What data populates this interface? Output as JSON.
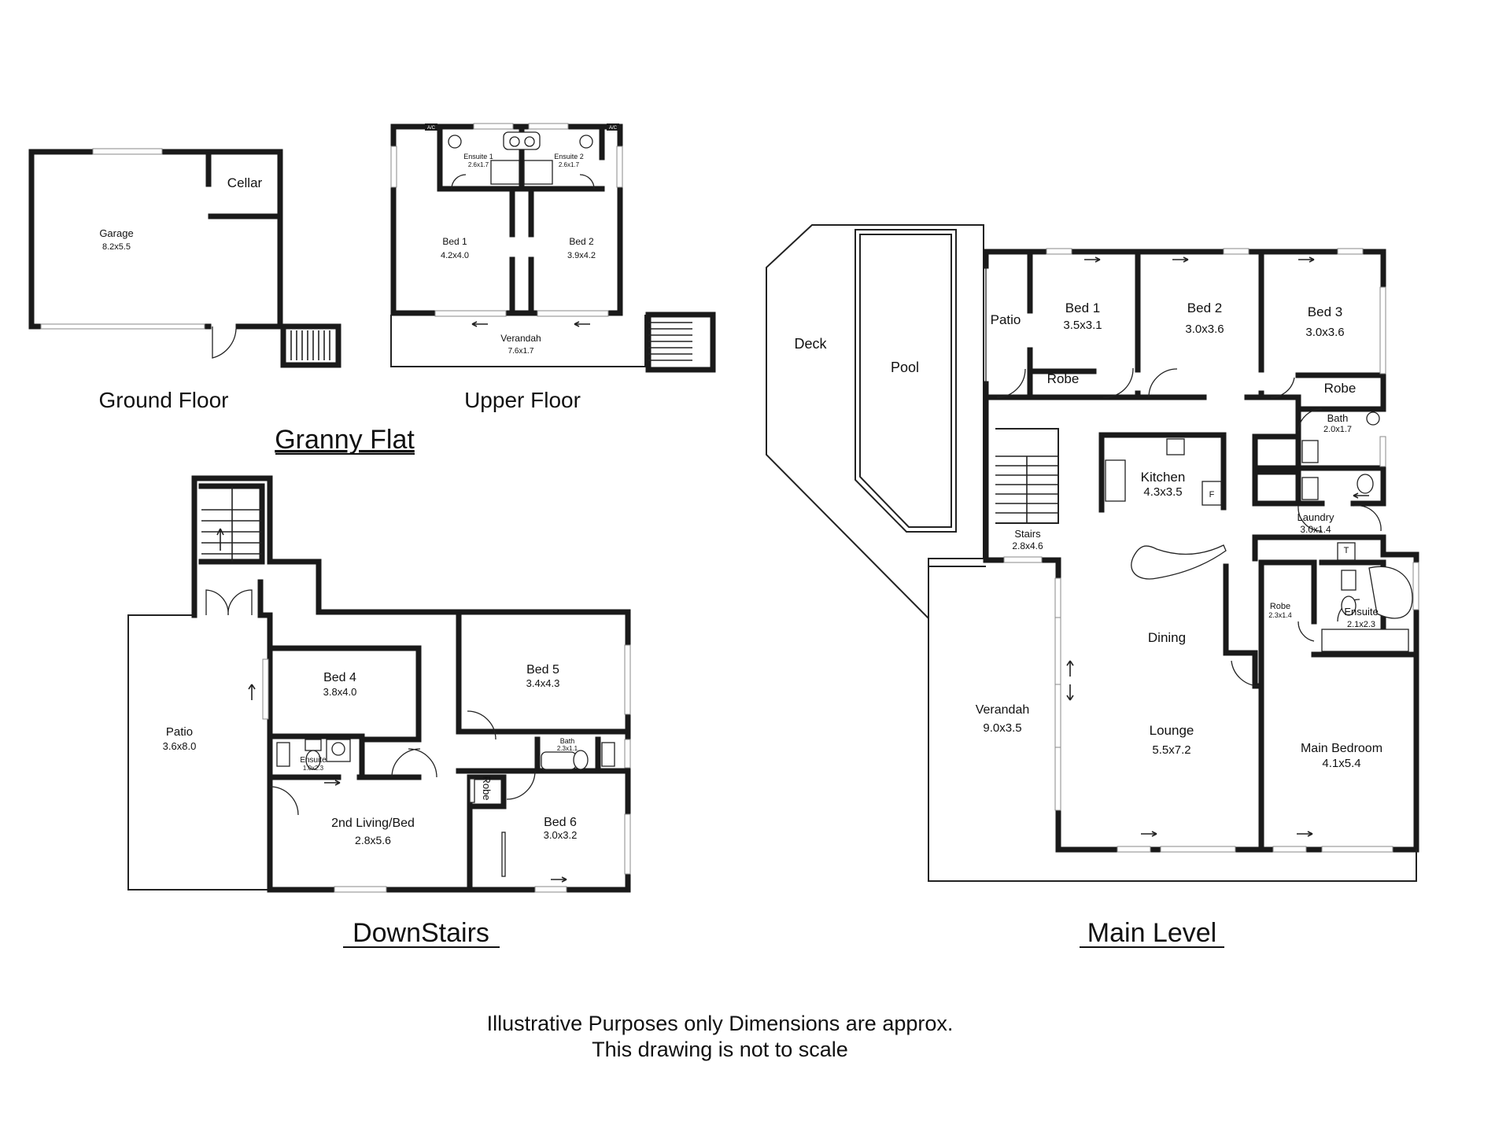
{
  "titles": {
    "granny_ground": "Ground Floor",
    "granny_upper": "Upper Floor",
    "granny_flat": "Granny Flat",
    "downstairs": "DownStairs",
    "main_level": "Main Level"
  },
  "footer": {
    "line1": "Illustrative Purposes only Dimensions are approx.",
    "line2": "This drawing is not to scale"
  },
  "granny_ground": {
    "garage": "Garage",
    "garage_dim": "8.2x5.5",
    "cellar": "Cellar"
  },
  "granny_upper": {
    "ensuite1": "Ensuite 1",
    "ensuite1_dim": "2.6x1.7",
    "ensuite2": "Ensuite 2",
    "ensuite2_dim": "2.6x1.7",
    "bed1": "Bed 1",
    "bed1_dim": "4.2x4.0",
    "bed2": "Bed 2",
    "bed2_dim": "3.9x4.2",
    "verandah": "Verandah",
    "verandah_dim": "7.6x1.7",
    "ac_left": "A/C",
    "ac_right": "A/C"
  },
  "downstairs": {
    "patio": "Patio",
    "patio_dim": "3.6x8.0",
    "bed4": "Bed 4",
    "bed4_dim": "3.8x4.0",
    "bed5": "Bed 5",
    "bed5_dim": "3.4x4.3",
    "ensuite": "Ensuite",
    "ensuite_dim": "1.0x2.3",
    "bath": "Bath",
    "bath_dim": "2.3x1.1",
    "living": "2nd Living/Bed",
    "living_dim": "2.8x5.6",
    "robe": "Robe",
    "bed6": "Bed 6",
    "bed6_dim": "3.0x3.2"
  },
  "main_level": {
    "deck": "Deck",
    "pool": "Pool",
    "patio": "Patio",
    "bed1": "Bed 1",
    "bed1_dim": "3.5x3.1",
    "bed2": "Bed 2",
    "bed2_dim": "3.0x3.6",
    "bed3": "Bed 3",
    "bed3_dim": "3.0x3.6",
    "robe1": "Robe",
    "robe3": "Robe",
    "bath": "Bath",
    "bath_dim": "2.0x1.7",
    "kitchen": "Kitchen",
    "kitchen_dim": "4.3x3.5",
    "fridge": "F",
    "stairs": "Stairs",
    "stairs_dim": "2.8x4.6",
    "laundry": "Laundry",
    "laundry_dim": "3.0x1.4",
    "tub": "T",
    "robe_ensuite": "Robe",
    "robe_ensuite_dim": "2.3x1.4",
    "ensuite": "Ensuite",
    "ensuite_dim": "2.1x2.3",
    "dining": "Dining",
    "verandah": "Verandah",
    "verandah_dim": "9.0x3.5",
    "lounge": "Lounge",
    "lounge_dim": "5.5x7.2",
    "main_bedroom": "Main Bedroom",
    "main_bedroom_dim": "4.1x5.4"
  }
}
